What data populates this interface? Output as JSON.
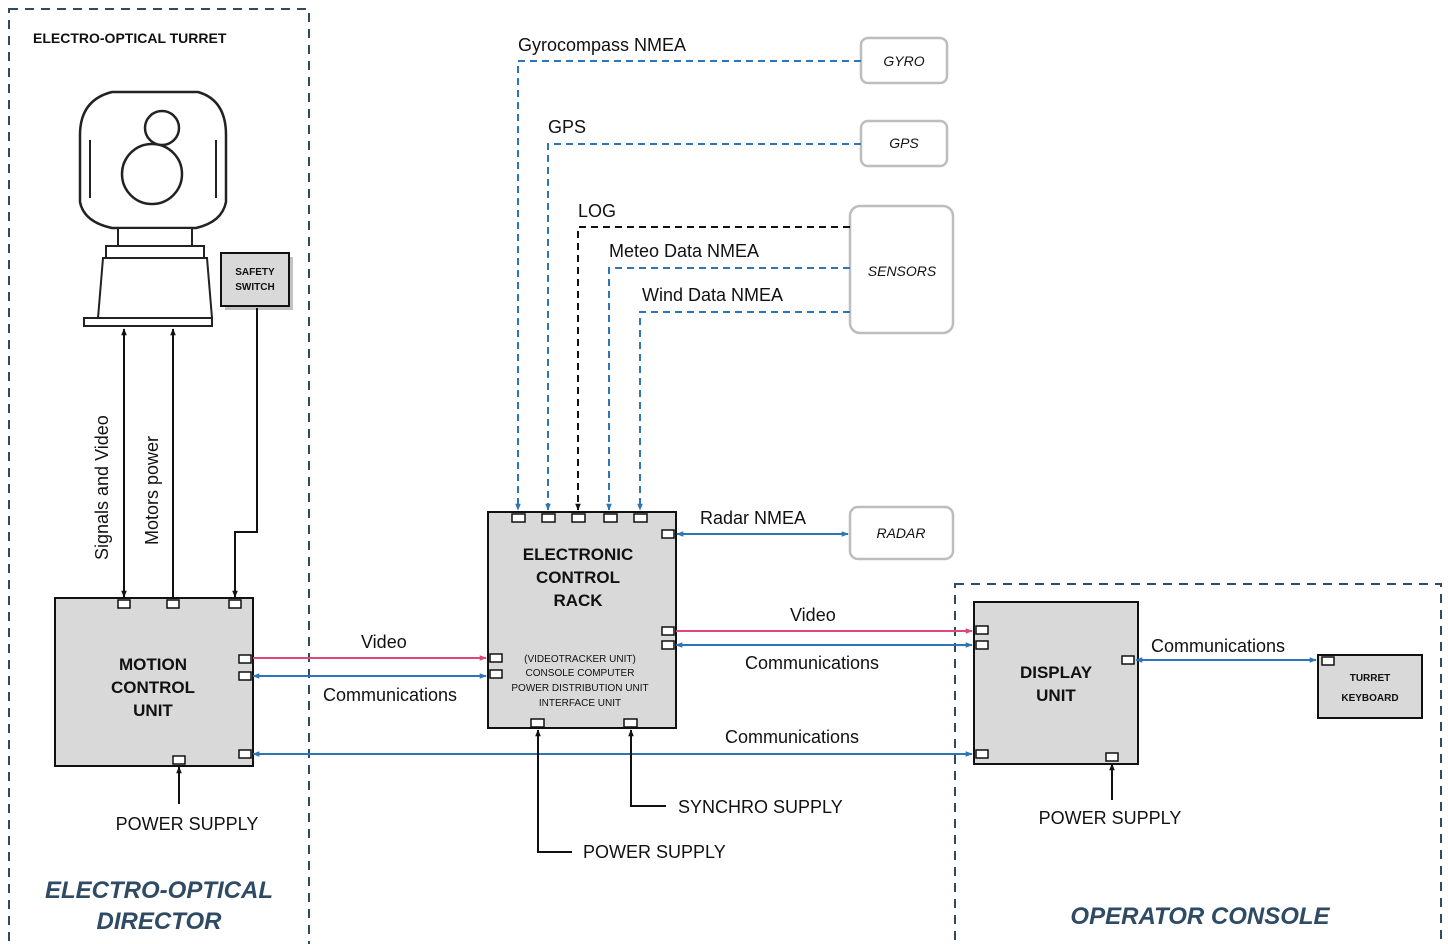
{
  "groups": {
    "turret_title": "ELECTRO-OPTICAL TURRET",
    "director_line1": "ELECTRO-OPTICAL",
    "director_line2": "DIRECTOR",
    "operator_console": "OPERATOR CONSOLE"
  },
  "external": {
    "gyro": "GYRO",
    "gps": "GPS",
    "sensors": "SENSORS",
    "radar": "RADAR"
  },
  "signals": {
    "gyrocompass": "Gyrocompass NMEA",
    "gps": "GPS",
    "log": "LOG",
    "meteo": "Meteo Data NMEA",
    "wind": "Wind Data NMEA",
    "radar": "Radar NMEA",
    "signals_video": "Signals and Video",
    "motors_power": "Motors power",
    "video_left": "Video",
    "comms_left": "Communications",
    "video_right": "Video",
    "comms_right": "Communications",
    "comms_long": "Communications",
    "comms_keyboard": "Communications"
  },
  "units": {
    "safety_switch": [
      "SAFETY",
      "SWITCH"
    ],
    "motion_control": [
      "MOTION",
      "CONTROL",
      "UNIT"
    ],
    "electronic_rack": [
      "ELECTRONIC",
      "CONTROL",
      "RACK"
    ],
    "rack_details": [
      "(VIDEOTRACKER UNIT)",
      "CONSOLE COMPUTER",
      "POWER DISTRIBUTION UNIT",
      "INTERFACE UNIT"
    ],
    "display_unit": [
      "DISPLAY",
      "UNIT"
    ],
    "turret_keyboard": [
      "TURRET",
      "KEYBOARD"
    ]
  },
  "supplies": {
    "mcu_power": "POWER SUPPLY",
    "rack_power": "POWER SUPPLY",
    "synchro": "SYNCHRO SUPPLY",
    "display_power": "POWER SUPPLY"
  },
  "colors": {
    "data_line": "#2e75b6",
    "video_line": "#e0457b",
    "region_border": "#2e4a64",
    "unit_fill": "#d9d9d9"
  }
}
